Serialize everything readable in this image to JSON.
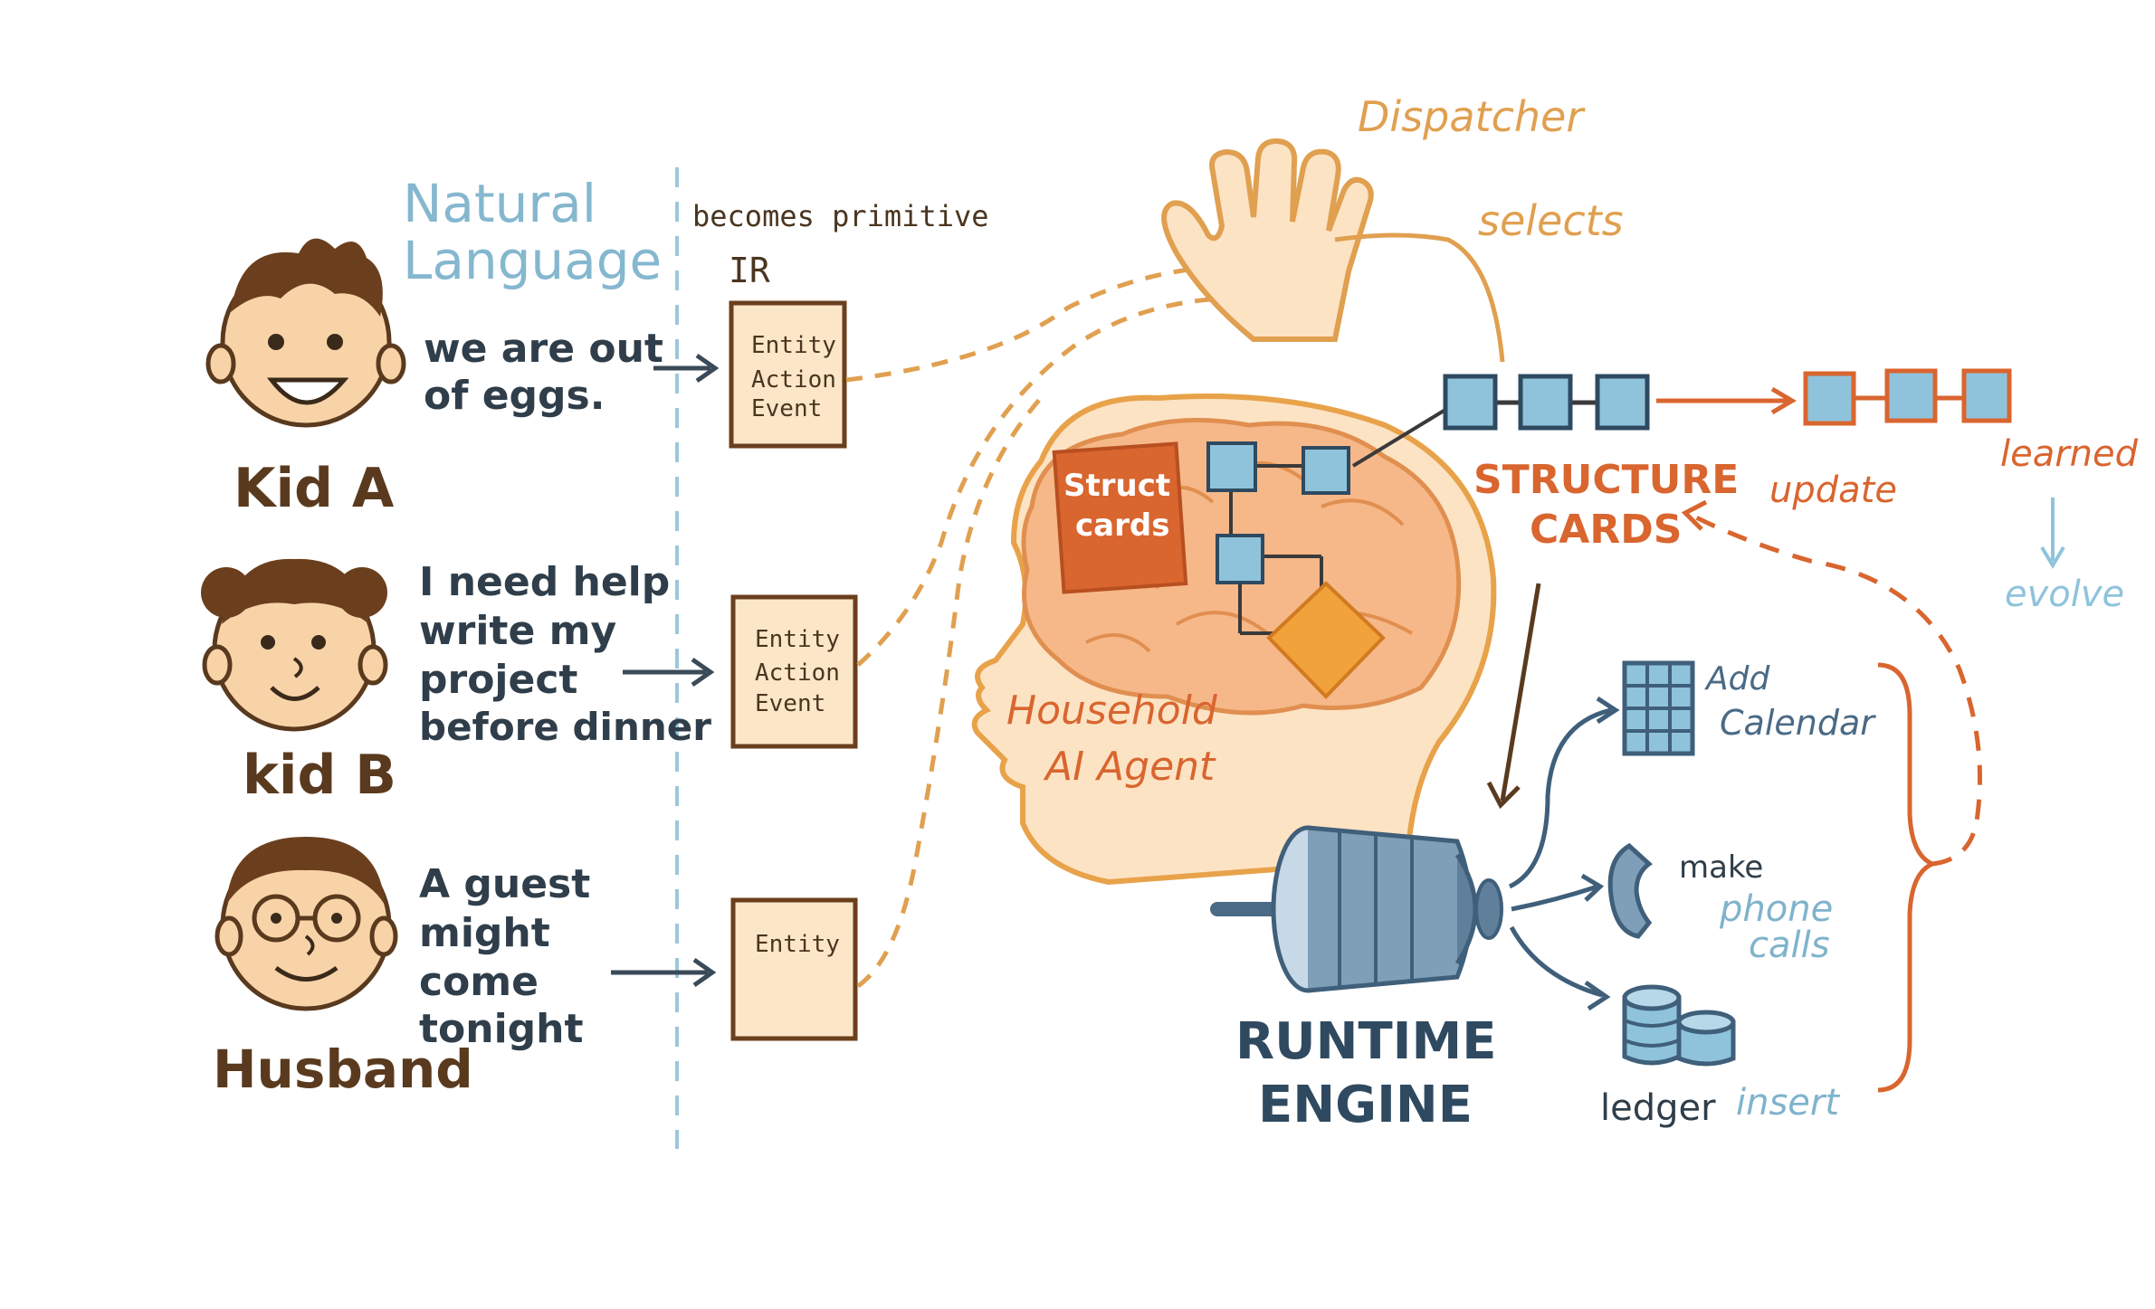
{
  "header": {
    "natural_language_line1": "Natural",
    "natural_language_line2": "Language",
    "becomes_primitive": "becomes primitive",
    "ir": "IR"
  },
  "speakers": [
    {
      "name": "Kid A",
      "utterance": [
        "we are out",
        "of eggs."
      ],
      "ir_card": [
        "Entity",
        "Action",
        "Event"
      ]
    },
    {
      "name": "kid B",
      "utterance": [
        "I need help",
        "write my",
        "project",
        "before dinner"
      ],
      "ir_card": [
        "Entity",
        "Action",
        "Event"
      ]
    },
    {
      "name": "Husband",
      "utterance": [
        "A guest",
        "might",
        "come",
        "tonight"
      ],
      "ir_card": [
        "Entity"
      ]
    }
  ],
  "dispatcher": {
    "label": "Dispatcher",
    "selects": "selects"
  },
  "agent": {
    "struct_line1": "Struct",
    "struct_line2": "cards",
    "household_line1": "Household",
    "household_line2": "AI Agent"
  },
  "structure_cards": {
    "line1": "STRUCTURE",
    "line2": "CARDS",
    "update": "update",
    "learned": "learned",
    "evolve": "evolve"
  },
  "runtime": {
    "line1": "RUNTIME",
    "line2": "ENGINE"
  },
  "actions": {
    "calendar_line1": "Add",
    "calendar_line2": "Calendar",
    "phone_make": "make",
    "phone_line1": "phone",
    "phone_line2": "calls",
    "ledger": "ledger",
    "insert": "insert"
  },
  "colors": {
    "orange": "#d9652f",
    "light_orange": "#e8a24a",
    "skin": "#f9d3a8",
    "blue": "#8fc3dc",
    "blue_text": "#7fb3cc",
    "slate": "#4a6a85",
    "brown": "#6b3f1d",
    "dark_text": "#2f3e4a"
  }
}
